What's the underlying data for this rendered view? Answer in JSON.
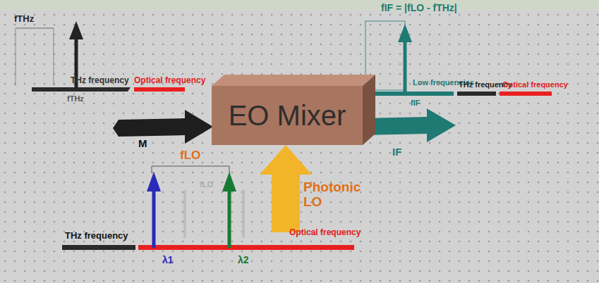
{
  "diagram": {
    "nodes": [
      {
        "text": [
          "EO Mixer"
        ]
      }
    ],
    "labels": [
      "fTHz",
      "THz frequency",
      "Optical frequency",
      "fTHz",
      "M",
      "fIF = |fLO - fTHz|",
      "fIF",
      "Low frequencies",
      "THz frequency",
      "Optical frequency",
      "IF",
      "fLO",
      "fLO",
      "THz frequency",
      "Optical frequency",
      "λ1",
      "λ2",
      "Photonic LO"
    ]
  }
}
